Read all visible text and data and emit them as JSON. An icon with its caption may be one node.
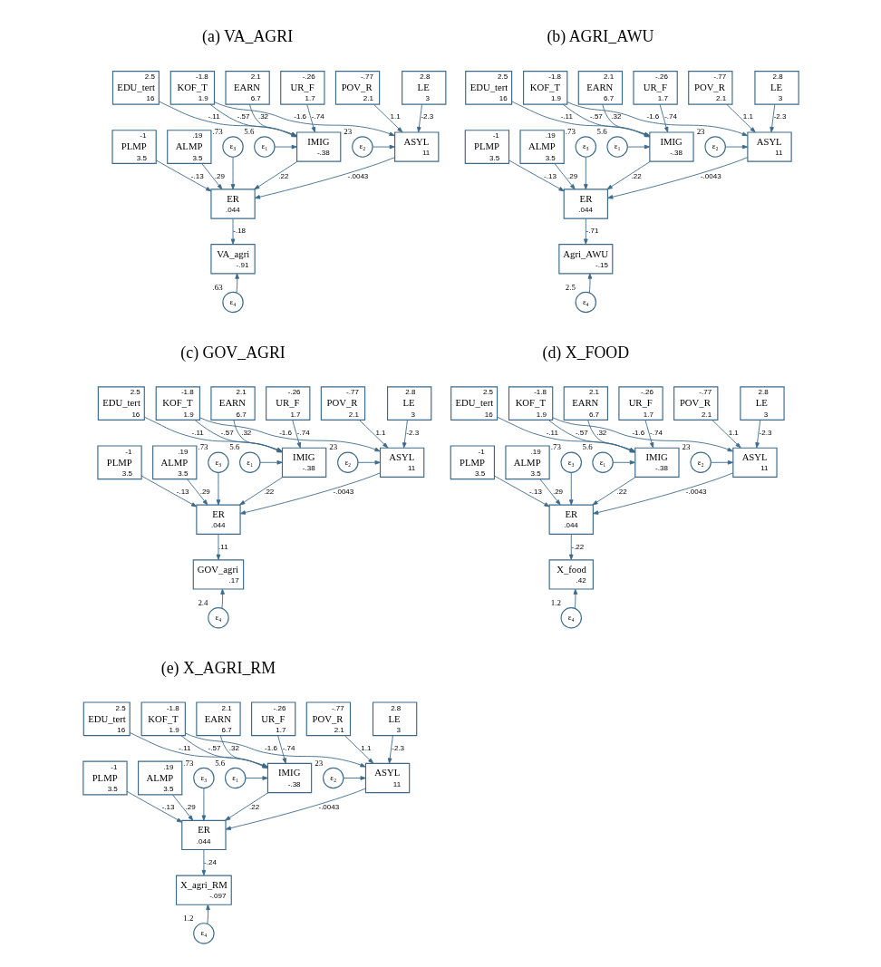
{
  "diagram": {
    "nodes": [
      {
        "text": [
          "-.26",
          "UR_F",
          "1.7"
        ]
      },
      {
        "text": [
          "2.5",
          "EDU_tert",
          "16"
        ]
      },
      {
        "text": [
          "2.1",
          "EARN",
          "6.7"
        ]
      },
      {
        "text": [
          "-.77",
          "POV_R",
          "2.1"
        ]
      },
      {
        "text": [
          "2.8",
          "LE",
          "3"
        ]
      },
      {
        "text": [
          "ε₁"
        ],
        "beside": [
          "5.6"
        ]
      },
      {
        "text": [
          "IMIG",
          "-.38"
        ]
      },
      {
        "text": [
          "-1.8",
          "KOF_T",
          "1.9"
        ]
      },
      {
        "text": [
          "ASYL",
          "11"
        ]
      },
      {
        "text": [
          "ε₂"
        ],
        "beside": [
          "23"
        ]
      },
      {
        "text": [
          "ε₃"
        ],
        "beside": [
          ".73"
        ]
      },
      {
        "text": [
          ".19",
          "ALMP",
          "3.5"
        ]
      },
      {
        "text": [
          "ER",
          ".044"
        ]
      },
      {
        "text": [
          "-1",
          "PLMP",
          "3.5"
        ]
      },
      {
        "text": [
          "VA_agri",
          "-.91"
        ]
      },
      {
        "text": [
          "ε₄"
        ],
        "beside": [
          ".63"
        ]
      },
      {
        "text": [
          "-.26",
          "UR_F",
          "1.7"
        ]
      },
      {
        "text": [
          "2.5",
          "EDU_tert",
          "16"
        ]
      },
      {
        "text": [
          "2.1",
          "EARN",
          "6.7"
        ]
      },
      {
        "text": [
          "-.77",
          "POV_R",
          "2.1"
        ]
      },
      {
        "text": [
          "2.8",
          "LE",
          "3"
        ]
      },
      {
        "text": [
          "ε₁"
        ],
        "beside": [
          "5.6"
        ]
      },
      {
        "text": [
          "IMIG",
          "-.38"
        ]
      },
      {
        "text": [
          "-1.8",
          "KOF_T",
          "1.9"
        ]
      },
      {
        "text": [
          "ASYL",
          "11"
        ]
      },
      {
        "text": [
          "ε₂"
        ],
        "beside": [
          "23"
        ]
      },
      {
        "text": [
          "ε₃"
        ],
        "beside": [
          ".73"
        ]
      },
      {
        "text": [
          ".19",
          "ALMP",
          "3.5"
        ]
      },
      {
        "text": [
          "ER",
          ".044"
        ]
      },
      {
        "text": [
          "-1",
          "PLMP",
          "3.5"
        ]
      },
      {
        "text": [
          "Agri_AWU",
          "-.15"
        ]
      },
      {
        "text": [
          "ε₄"
        ],
        "beside": [
          "2.5"
        ]
      },
      {
        "text": [
          "-.26",
          "UR_F",
          "1.7"
        ]
      },
      {
        "text": [
          "2.5",
          "EDU_tert",
          "16"
        ]
      },
      {
        "text": [
          "2.1",
          "EARN",
          "6.7"
        ]
      },
      {
        "text": [
          "-.77",
          "POV_R",
          "2.1"
        ]
      },
      {
        "text": [
          "2.8",
          "LE",
          "3"
        ]
      },
      {
        "text": [
          "ε₁"
        ],
        "beside": [
          "5.6"
        ]
      },
      {
        "text": [
          "IMIG",
          "-.38"
        ]
      },
      {
        "text": [
          "-1.8",
          "KOF_T",
          "1.9"
        ]
      },
      {
        "text": [
          "ASYL",
          "11"
        ]
      },
      {
        "text": [
          "ε₂"
        ],
        "beside": [
          "23"
        ]
      },
      {
        "text": [
          "ε₃"
        ],
        "beside": [
          ".73"
        ]
      },
      {
        "text": [
          ".19",
          "ALMP",
          "3.5"
        ]
      },
      {
        "text": [
          "ER",
          ".044"
        ]
      },
      {
        "text": [
          "-1",
          "PLMP",
          "3.5"
        ]
      },
      {
        "text": [
          "GOV_agri",
          ".17"
        ]
      },
      {
        "text": [
          "ε₄"
        ],
        "beside": [
          "2.4"
        ]
      },
      {
        "text": [
          "-.26",
          "UR_F",
          "1.7"
        ]
      },
      {
        "text": [
          "2.5",
          "EDU_tert",
          "16"
        ]
      },
      {
        "text": [
          "2.1",
          "EARN",
          "6.7"
        ]
      },
      {
        "text": [
          "-.77",
          "POV_R",
          "2.1"
        ]
      },
      {
        "text": [
          "2.8",
          "LE",
          "3"
        ]
      },
      {
        "text": [
          "ε₁"
        ],
        "beside": [
          "5.6"
        ]
      },
      {
        "text": [
          "IMIG",
          "-.38"
        ]
      },
      {
        "text": [
          "-1.8",
          "KOF_T",
          "1.9"
        ]
      },
      {
        "text": [
          "ASYL",
          "11"
        ]
      },
      {
        "text": [
          "ε₂"
        ],
        "beside": [
          "23"
        ]
      },
      {
        "text": [
          "ε₃"
        ],
        "beside": [
          ".73"
        ]
      },
      {
        "text": [
          ".19",
          "ALMP",
          "3.5"
        ]
      },
      {
        "text": [
          "ER",
          ".044"
        ]
      },
      {
        "text": [
          "-1",
          "PLMP",
          "3.5"
        ]
      },
      {
        "text": [
          "X_food",
          ".42"
        ]
      },
      {
        "text": [
          "ε₄"
        ],
        "beside": [
          "1.2"
        ]
      },
      {
        "text": [
          "-.26",
          "UR_F",
          "1.7"
        ]
      },
      {
        "text": [
          "2.5",
          "EDU_tert",
          "16"
        ]
      },
      {
        "text": [
          "2.1",
          "EARN",
          "6.7"
        ]
      },
      {
        "text": [
          "-.77",
          "POV_R",
          "2.1"
        ]
      },
      {
        "text": [
          "2.8",
          "LE",
          "3"
        ]
      },
      {
        "text": [
          "ε₁"
        ],
        "beside": [
          "5.6"
        ]
      },
      {
        "text": [
          "IMIG",
          "-.38"
        ]
      },
      {
        "text": [
          "-1.8",
          "KOF_T",
          "1.9"
        ]
      },
      {
        "text": [
          "ASYL",
          "11"
        ]
      },
      {
        "text": [
          "ε₂"
        ],
        "beside": [
          "23"
        ]
      },
      {
        "text": [
          "ε₃"
        ],
        "beside": [
          ".73"
        ]
      },
      {
        "text": [
          ".19",
          "ALMP",
          "3.5"
        ]
      },
      {
        "text": [
          "ER",
          ".044"
        ]
      },
      {
        "text": [
          "-1",
          "PLMP",
          "3.5"
        ]
      },
      {
        "text": [
          "X_agri_RM",
          "-.097"
        ]
      },
      {
        "text": [
          "ε₄"
        ],
        "beside": [
          "1.2"
        ]
      }
    ],
    "edges": [
      {
        "from": 0,
        "to": 6,
        "arrow": "to",
        "label": "-.74"
      },
      {
        "from": 1,
        "to": 6,
        "arrow": "to",
        "label": "-.11"
      },
      {
        "from": 2,
        "to": 6,
        "arrow": "to",
        "label": ".32"
      },
      {
        "from": 7,
        "to": 6,
        "arrow": "to",
        "label": "-.57"
      },
      {
        "from": 5,
        "to": 6,
        "arrow": "to"
      },
      {
        "from": 3,
        "to": 8,
        "arrow": "to",
        "label": "1.1"
      },
      {
        "from": 4,
        "to": 8,
        "arrow": "to",
        "label": "-2.3"
      },
      {
        "from": 7,
        "to": 8,
        "arrow": "to",
        "label": "-1.6"
      },
      {
        "from": 9,
        "to": 8,
        "arrow": "to"
      },
      {
        "from": 6,
        "to": 12,
        "arrow": "to",
        "label": ".22"
      },
      {
        "from": 10,
        "to": 12,
        "arrow": "to"
      },
      {
        "from": 8,
        "to": 12,
        "arrow": "to",
        "label": "-.0043"
      },
      {
        "from": 11,
        "to": 12,
        "arrow": "to",
        "label": ".29"
      },
      {
        "from": 13,
        "to": 12,
        "arrow": "to",
        "label": "-.13"
      },
      {
        "from": 12,
        "to": 14,
        "arrow": "to",
        "label": "-.18"
      },
      {
        "from": 15,
        "to": 14,
        "arrow": "to"
      },
      {
        "from": 16,
        "to": 22,
        "arrow": "to",
        "label": "-.74"
      },
      {
        "from": 17,
        "to": 22,
        "arrow": "to",
        "label": "-.11"
      },
      {
        "from": 18,
        "to": 22,
        "arrow": "to",
        "label": ".32"
      },
      {
        "from": 23,
        "to": 22,
        "arrow": "to",
        "label": "-.57"
      },
      {
        "from": 21,
        "to": 22,
        "arrow": "to"
      },
      {
        "from": 19,
        "to": 24,
        "arrow": "to",
        "label": "1.1"
      },
      {
        "from": 20,
        "to": 24,
        "arrow": "to",
        "label": "-2.3"
      },
      {
        "from": 23,
        "to": 24,
        "arrow": "to",
        "label": "-1.6"
      },
      {
        "from": 25,
        "to": 24,
        "arrow": "to"
      },
      {
        "from": 22,
        "to": 28,
        "arrow": "to",
        "label": ".22"
      },
      {
        "from": 26,
        "to": 28,
        "arrow": "to"
      },
      {
        "from": 24,
        "to": 28,
        "arrow": "to",
        "label": "-.0043"
      },
      {
        "from": 27,
        "to": 28,
        "arrow": "to",
        "label": ".29"
      },
      {
        "from": 29,
        "to": 28,
        "arrow": "to",
        "label": "-.13"
      },
      {
        "from": 28,
        "to": 30,
        "arrow": "to",
        "label": "-.71"
      },
      {
        "from": 31,
        "to": 30,
        "arrow": "to"
      },
      {
        "from": 32,
        "to": 38,
        "arrow": "to",
        "label": "-.74"
      },
      {
        "from": 33,
        "to": 38,
        "arrow": "to",
        "label": "-.11"
      },
      {
        "from": 34,
        "to": 38,
        "arrow": "to",
        "label": ".32"
      },
      {
        "from": 39,
        "to": 38,
        "arrow": "to",
        "label": "-.57"
      },
      {
        "from": 37,
        "to": 38,
        "arrow": "to"
      },
      {
        "from": 35,
        "to": 40,
        "arrow": "to",
        "label": "1.1"
      },
      {
        "from": 36,
        "to": 40,
        "arrow": "to",
        "label": "-2.3"
      },
      {
        "from": 39,
        "to": 40,
        "arrow": "to",
        "label": "-1.6"
      },
      {
        "from": 41,
        "to": 40,
        "arrow": "to"
      },
      {
        "from": 38,
        "to": 44,
        "arrow": "to",
        "label": ".22"
      },
      {
        "from": 42,
        "to": 44,
        "arrow": "to"
      },
      {
        "from": 40,
        "to": 44,
        "arrow": "to",
        "label": "-.0043"
      },
      {
        "from": 43,
        "to": 44,
        "arrow": "to",
        "label": ".29"
      },
      {
        "from": 45,
        "to": 44,
        "arrow": "to",
        "label": "-.13"
      },
      {
        "from": 44,
        "to": 46,
        "arrow": "to",
        "label": ".11"
      },
      {
        "from": 47,
        "to": 46,
        "arrow": "to"
      },
      {
        "from": 48,
        "to": 54,
        "arrow": "to",
        "label": "-.74"
      },
      {
        "from": 49,
        "to": 54,
        "arrow": "to",
        "label": "-.11"
      },
      {
        "from": 50,
        "to": 54,
        "arrow": "to",
        "label": ".32"
      },
      {
        "from": 55,
        "to": 54,
        "arrow": "to",
        "label": "-.57"
      },
      {
        "from": 53,
        "to": 54,
        "arrow": "to"
      },
      {
        "from": 51,
        "to": 56,
        "arrow": "to",
        "label": "1.1"
      },
      {
        "from": 52,
        "to": 56,
        "arrow": "to",
        "label": "-2.3"
      },
      {
        "from": 55,
        "to": 56,
        "arrow": "to",
        "label": "-1.6"
      },
      {
        "from": 57,
        "to": 56,
        "arrow": "to"
      },
      {
        "from": 54,
        "to": 60,
        "arrow": "to",
        "label": ".22"
      },
      {
        "from": 58,
        "to": 60,
        "arrow": "to"
      },
      {
        "from": 56,
        "to": 60,
        "arrow": "to",
        "label": "-.0043"
      },
      {
        "from": 59,
        "to": 60,
        "arrow": "to",
        "label": ".29"
      },
      {
        "from": 61,
        "to": 60,
        "arrow": "to",
        "label": "-.13"
      },
      {
        "from": 60,
        "to": 62,
        "arrow": "to",
        "label": "-.22"
      },
      {
        "from": 63,
        "to": 62,
        "arrow": "to"
      },
      {
        "from": 64,
        "to": 70,
        "arrow": "to",
        "label": "-.74"
      },
      {
        "from": 65,
        "to": 70,
        "arrow": "to",
        "label": "-.11"
      },
      {
        "from": 66,
        "to": 70,
        "arrow": "to",
        "label": ".32"
      },
      {
        "from": 71,
        "to": 70,
        "arrow": "to",
        "label": "-.57"
      },
      {
        "from": 69,
        "to": 70,
        "arrow": "to"
      },
      {
        "from": 67,
        "to": 72,
        "arrow": "to",
        "label": "1.1"
      },
      {
        "from": 68,
        "to": 72,
        "arrow": "to",
        "label": "-2.3"
      },
      {
        "from": 71,
        "to": 72,
        "arrow": "to",
        "label": "-1.6"
      },
      {
        "from": 73,
        "to": 72,
        "arrow": "to"
      },
      {
        "from": 70,
        "to": 76,
        "arrow": "to",
        "label": ".22"
      },
      {
        "from": 74,
        "to": 76,
        "arrow": "to"
      },
      {
        "from": 72,
        "to": 76,
        "arrow": "to",
        "label": "-.0043"
      },
      {
        "from": 75,
        "to": 76,
        "arrow": "to",
        "label": ".29"
      },
      {
        "from": 77,
        "to": 76,
        "arrow": "to",
        "label": "-.13"
      },
      {
        "from": 76,
        "to": 78,
        "arrow": "to",
        "label": "-.24"
      },
      {
        "from": 79,
        "to": 78,
        "arrow": "to"
      }
    ],
    "labels": [
      "(a) VA_AGRI",
      "(b) AGRI_AWU",
      "(c) GOV_AGRI",
      "(d) X_FOOD",
      "(e) X_AGRI_RM"
    ]
  }
}
